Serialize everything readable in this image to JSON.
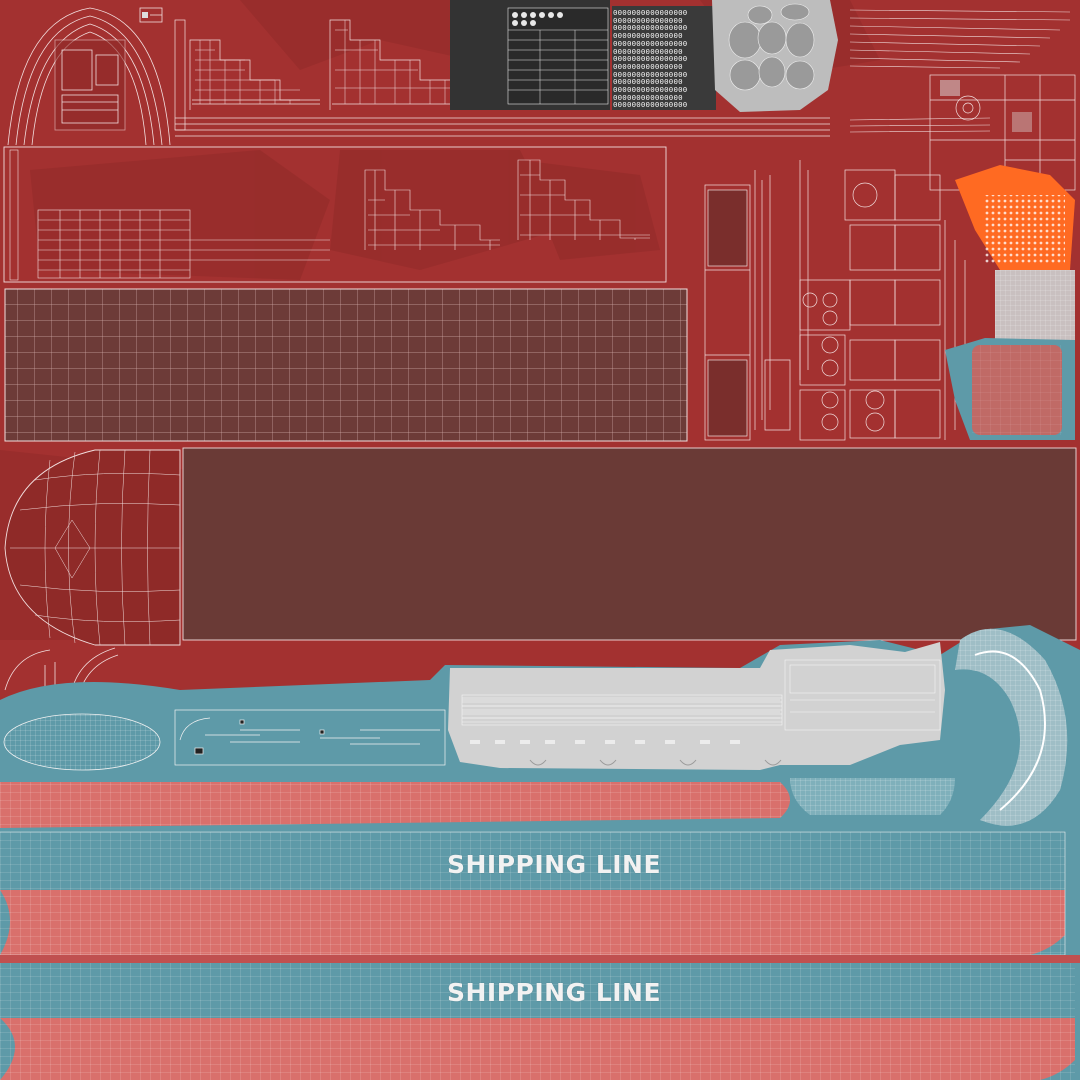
{
  "texture": {
    "hull_label_upper": "SHIPPING LINE",
    "hull_label_lower": "SHIPPING LINE",
    "serial_lines": [
      "0000000000000000",
      "000000000000000",
      "0000000000000000",
      "000000000000000",
      "0000000000000000",
      "000000000000000",
      "0000000000000000",
      "000000000000000",
      "0000000000000000",
      "000000000000000",
      "0000000000000000",
      "000000000000000",
      "0000000000000000"
    ]
  },
  "colors": {
    "background_red": "#a33130",
    "dark_panel": "#6a3a36",
    "hull_blue": "#5e9aa8",
    "hull_pink": "#d9706c",
    "superstructure_grey": "#d2d2d2",
    "accent_orange": "#ff6a22",
    "wire_white": "#f0e8e8",
    "dark_block": "#333333"
  }
}
